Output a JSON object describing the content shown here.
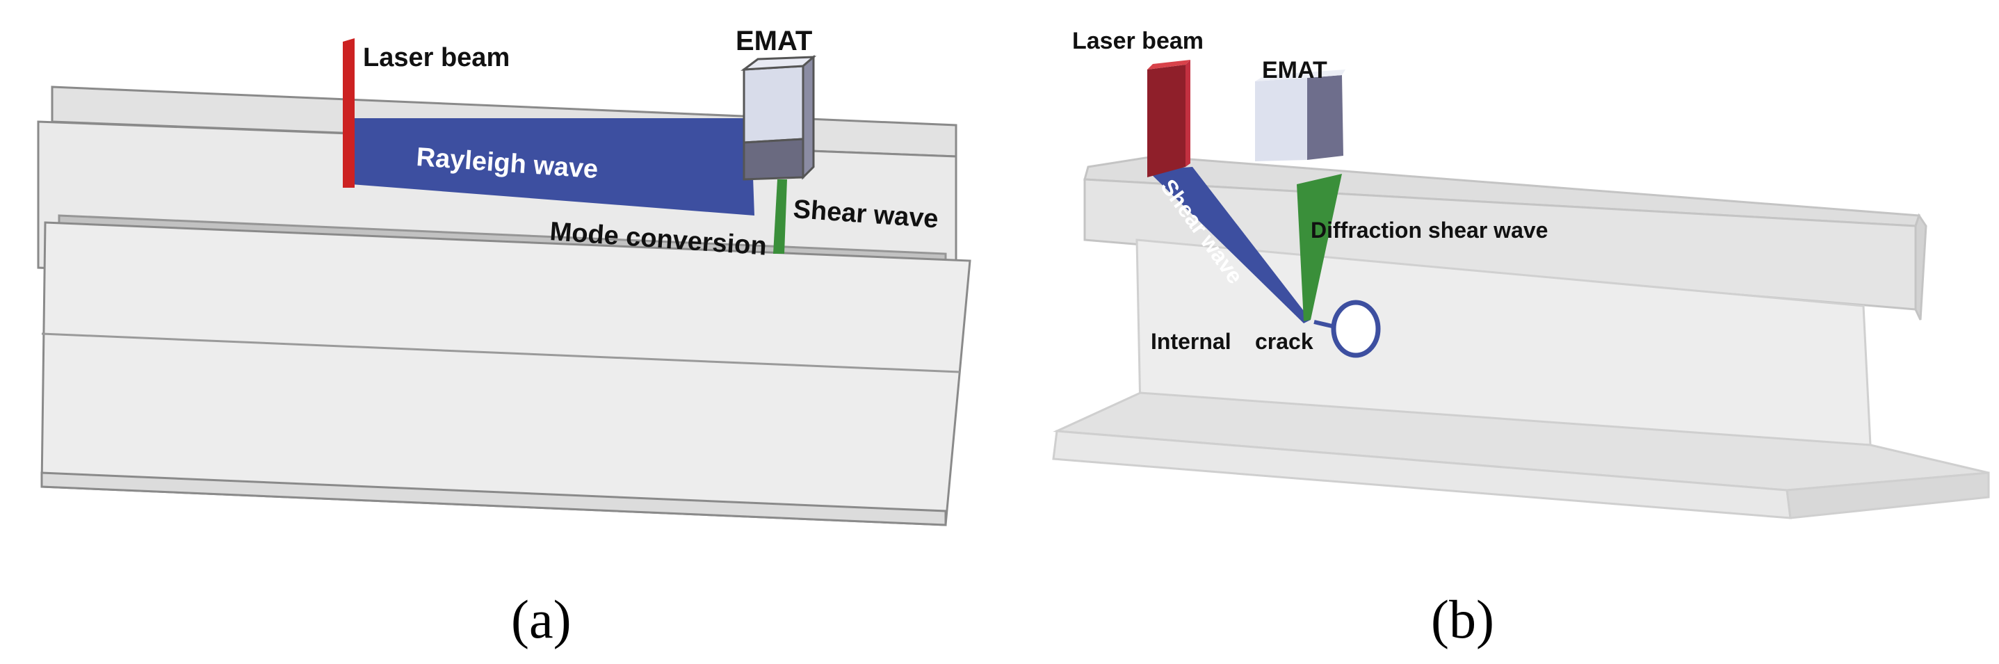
{
  "colors": {
    "laser": "#cc2222",
    "rayleigh": "#3d4fa0",
    "shear_green": "#3a8f3a",
    "emat_light": "#dfe3ef",
    "emat_dark": "#6a6a80",
    "rail_fill": "#ececec",
    "rail_edge": "#8a8a8a",
    "crack": "#3d4fa0"
  },
  "panel_a": {
    "caption": "(a)",
    "labels": {
      "laser_beam": "Laser beam",
      "emat": "EMAT",
      "rayleigh_wave": "Rayleigh wave",
      "shear_wave": "Shear wave",
      "mode_conversion": "Mode conversion"
    }
  },
  "panel_b": {
    "caption": "(b)",
    "labels": {
      "laser_beam": "Laser beam",
      "emat": "EMAT",
      "shear_wave": "Shear wave",
      "diffraction_shear_wave": "Diffraction shear wave",
      "internal": "Internal",
      "crack": "crack"
    }
  }
}
